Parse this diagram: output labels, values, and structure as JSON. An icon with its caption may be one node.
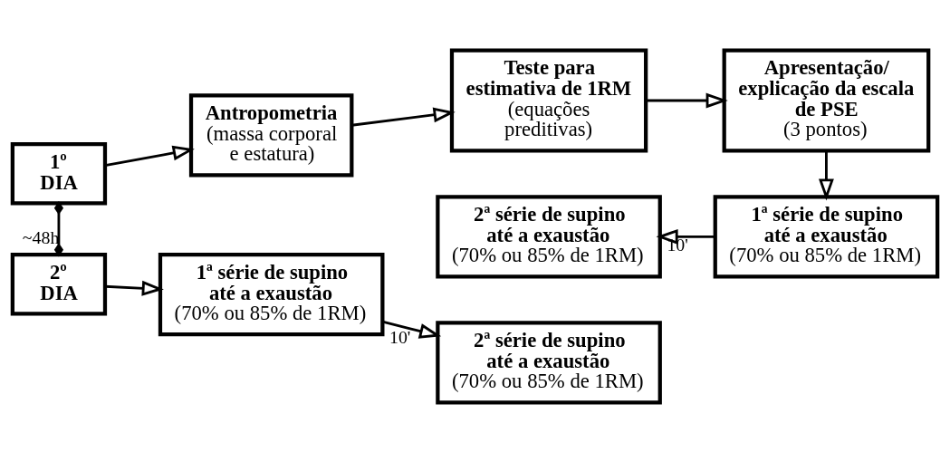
{
  "diagram": {
    "nodes": [
      {
        "text": [
          "1º DIA"
        ]
      },
      {
        "text": [
          "Antropometria",
          "(massa corporal e estatura)"
        ]
      },
      {
        "text": [
          "Teste para estimativa de 1RM",
          "(equações preditivas)"
        ]
      },
      {
        "text": [
          "Apresentação/ explicação da escala de PSE",
          "(3 pontos)"
        ]
      },
      {
        "text": [
          "1ª série de supino até a exaustão",
          "(70% ou 85% de 1RM)"
        ]
      },
      {
        "text": [
          "2ª série de supino até a exaustão",
          "(70% ou 85% de 1RM)"
        ]
      },
      {
        "text": [
          "2º DIA"
        ]
      },
      {
        "text": [
          "1ª série de supino até a exaustão",
          "(70% ou 85% de 1RM)"
        ]
      },
      {
        "text": [
          "2ª série de supino até a exaustão",
          "(70% ou 85% de 1RM)"
        ]
      }
    ],
    "edges": [
      {
        "from": 0,
        "to": 1,
        "arrow": "to"
      },
      {
        "from": 1,
        "to": 2,
        "arrow": "to"
      },
      {
        "from": 2,
        "to": 3,
        "arrow": "to"
      },
      {
        "from": 3,
        "to": 4,
        "arrow": "to"
      },
      {
        "from": 4,
        "to": 5,
        "arrow": "to",
        "label": "10'"
      },
      {
        "from": 0,
        "to": 6,
        "arrow": "other",
        "label": "~48h"
      },
      {
        "from": 6,
        "to": 7,
        "arrow": "to"
      },
      {
        "from": 7,
        "to": 8,
        "arrow": "to",
        "label": "10'"
      }
    ]
  }
}
